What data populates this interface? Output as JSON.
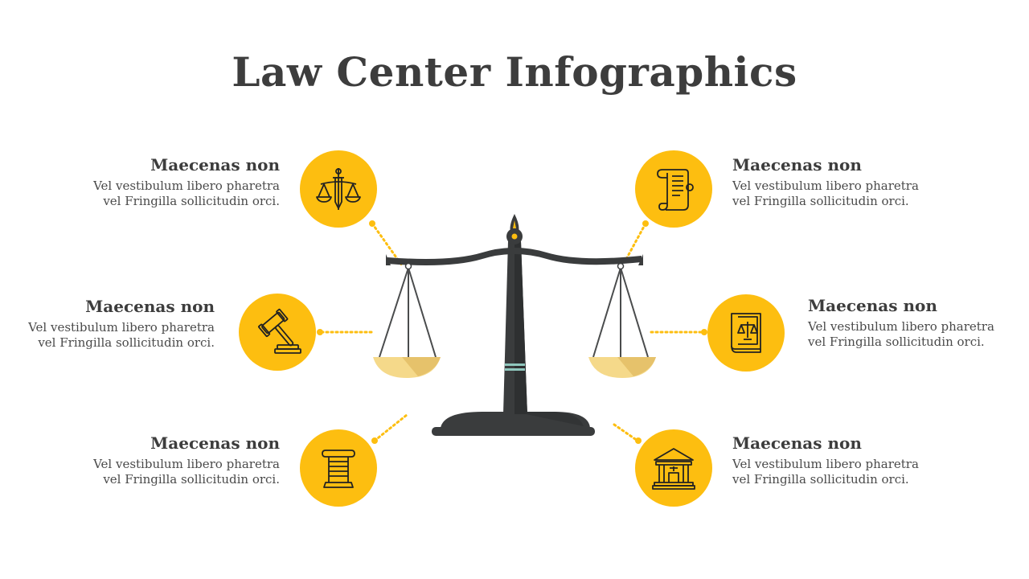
{
  "title": "Law Center Infographics",
  "colors": {
    "accent": "#fdbe10",
    "scale": "#3a3c3d",
    "pan": "#f5d98a",
    "band": "#8fc7bd"
  },
  "items": [
    {
      "heading": "Maecenas non",
      "line1": "Vel vestibulum libero pharetra",
      "line2": "vel Fringilla sollicitudin orci.",
      "icon": "scales-of-justice-with-sword-icon"
    },
    {
      "heading": "Maecenas non",
      "line1": "Vel vestibulum libero pharetra",
      "line2": "vel Fringilla sollicitudin orci.",
      "icon": "gavel-icon"
    },
    {
      "heading": "Maecenas non",
      "line1": "Vel vestibulum libero pharetra",
      "line2": "vel Fringilla sollicitudin orci.",
      "icon": "column-icon"
    },
    {
      "heading": "Maecenas non",
      "line1": "Vel vestibulum libero pharetra",
      "line2": "vel Fringilla sollicitudin orci.",
      "icon": "scroll-document-icon"
    },
    {
      "heading": "Maecenas non",
      "line1": "Vel vestibulum libero pharetra",
      "line2": "vel Fringilla sollicitudin orci.",
      "icon": "law-book-icon"
    },
    {
      "heading": "Maecenas non",
      "line1": "Vel vestibulum libero pharetra",
      "line2": "vel Fringilla sollicitudin orci.",
      "icon": "courthouse-icon"
    }
  ]
}
